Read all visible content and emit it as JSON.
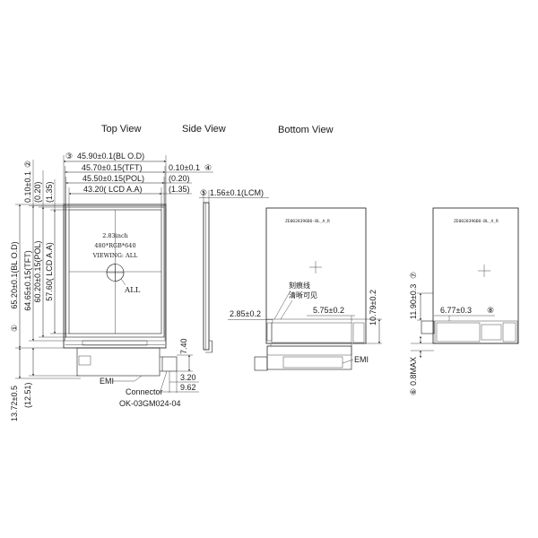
{
  "view_titles": {
    "top": "Top View",
    "side": "Side View",
    "bottom": "Bottom View"
  },
  "top_view": {
    "width_dims": {
      "bl_marker": "③",
      "bl": "45.90±0.1(BL O.D)",
      "tft": "45.70±0.15(TFT)",
      "tft_edge": "0.10±0.1",
      "tft_edge_marker": "④",
      "pol": "45.50±0.15(POL)",
      "pol_edge": "(0.20)",
      "aa": "43.20( LCD A.A)",
      "aa_edge": "(1.35)"
    },
    "height_dims": {
      "tft_edge": "0.10±0.1",
      "tft_edge_marker": "②",
      "pol_edge": "(0.20)",
      "aa_edge": "(1.35)",
      "bl_marker": "①",
      "bl": "65.20±0.1(BL O.D)",
      "tft": "64.65±0.15(TFT)",
      "pol": "60.20±0.15(POL)",
      "aa": "57.60( LCD A.A)",
      "fpc": "13.72±0.5",
      "fpc_ref": "(12.51)"
    },
    "panel_marking": {
      "size": "2.83inch",
      "resolution": "480*RGB*640",
      "viewing": "VIEWING: ALL",
      "viewing_symbol": "ALL"
    },
    "fpc": {
      "connector_offset": "7.40",
      "emi": "EMI",
      "connector_dim_1": "3.20",
      "connector_dim_2": "9.62",
      "connector_label": "Connector",
      "connector_part": "OK-03GM024-04"
    }
  },
  "side_view": {
    "thickness_marker": "⑤",
    "thickness": "1.56±0.1(LCM)"
  },
  "bottom_view": {
    "part_label": "ZE0028396BO-BL_A_R",
    "score_note_line1": "刻痕线",
    "score_note_line2": "清晰可见",
    "notch_offset": "2.85±0.2",
    "notch_width": "5.75±0.2",
    "notch_height": "10.79±0.2",
    "emi": "EMI"
  },
  "bottom_view_folded": {
    "part_label": "ZE0028396BO-BL_A_R",
    "height_marker": "⑦",
    "height": "11.90±0.3",
    "width": "6.77±0.3",
    "width_marker": "⑧",
    "thickness_marker": "⑥",
    "thickness": "0.8MAX"
  }
}
